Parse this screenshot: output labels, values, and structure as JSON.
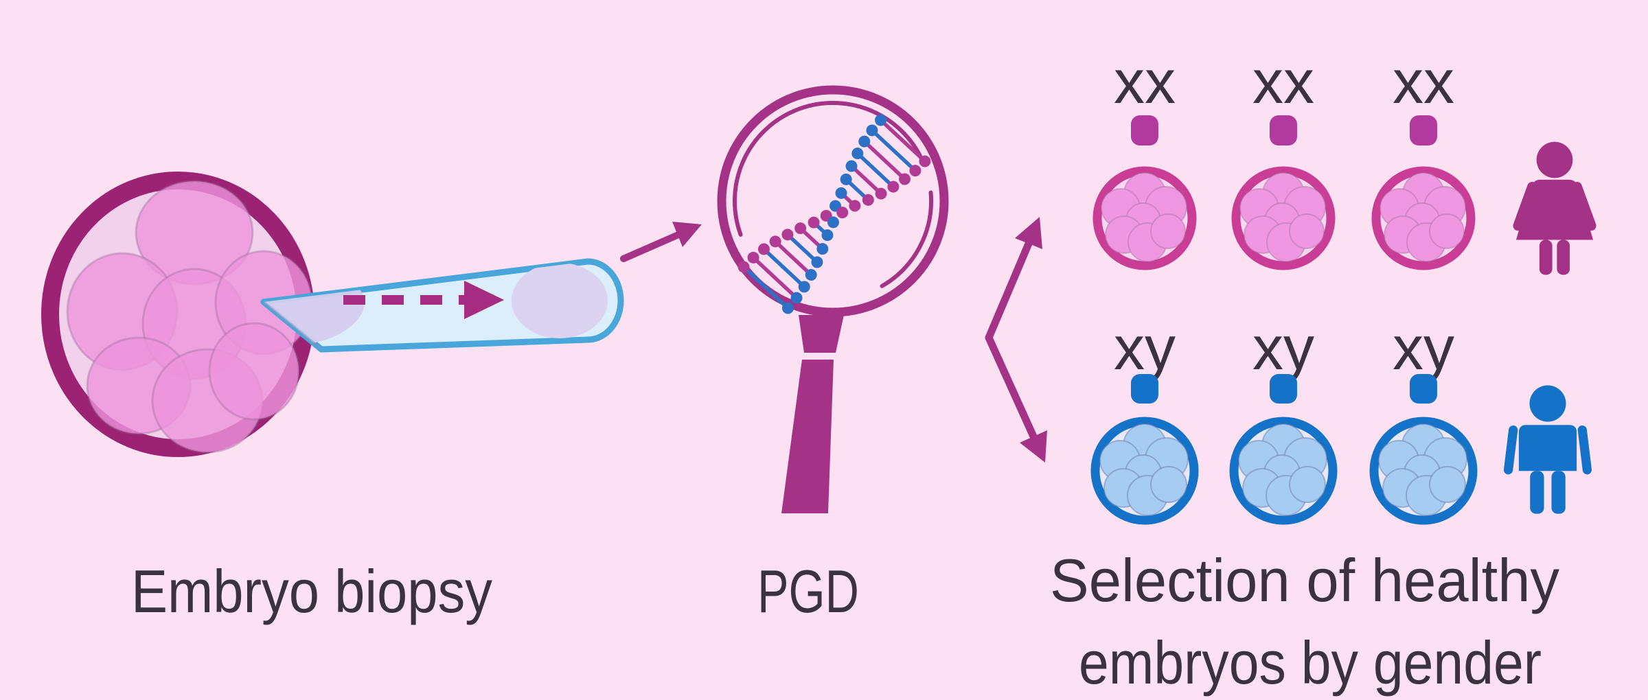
{
  "title": "PGD embryo sex selection diagram",
  "background_color": "#fbe1f2",
  "text_color": "#3a333e",
  "palette": {
    "magenta": "#a43387",
    "deep_magenta": "#9c2373",
    "bright_magenta": "#a52c80",
    "pink_ring": "#ca3d96",
    "pink_cell": "#ef97e0",
    "pink_cell_big": "#ee93dc",
    "pink_inner": "#f6d9f0",
    "big_embryo_inner": "#f2d1ec",
    "square_pink": "#b23a9f",
    "blue": "#1473c9",
    "blue_cell": "#a6ccf1",
    "blue_inner": "#e9e8f8",
    "pipette_fill": "#dcedfb",
    "pipette_stroke": "#49a6da",
    "lavender": "#d6cdee",
    "lavender_cell": "#dcd3f0",
    "dna_blue": "#2c71c5",
    "dna_magenta": "#b13a95"
  },
  "stages": {
    "biopsy": {
      "label": "Embryo biopsy"
    },
    "pgd": {
      "label": "PGD"
    },
    "selection": {
      "label_line1": "Selection of healthy",
      "label_line2": "embryos by gender"
    }
  },
  "rows": {
    "female": {
      "chromosomes": [
        "xx",
        "xx",
        "xx"
      ],
      "icon": "female-icon"
    },
    "male": {
      "chromosomes": [
        "xy",
        "xy",
        "xy"
      ],
      "icon": "male-icon"
    }
  },
  "icons": {
    "embryo-icon": "multicell embryo in zona pellucida",
    "biopsy-pipette-icon": "biopsy pipette with aspirated cell",
    "dashed-arrow-icon": "dashed suction direction arrow",
    "flow-arrow-icon": "arrow to PGD step",
    "magnifier-icon": "magnifying glass",
    "dna-icon": "DNA double helix",
    "branch-arrows-icon": "two-way selection arrows",
    "chromosome-marker": "rounded square cell marker",
    "female-icon": "woman pictogram",
    "male-icon": "man pictogram"
  }
}
